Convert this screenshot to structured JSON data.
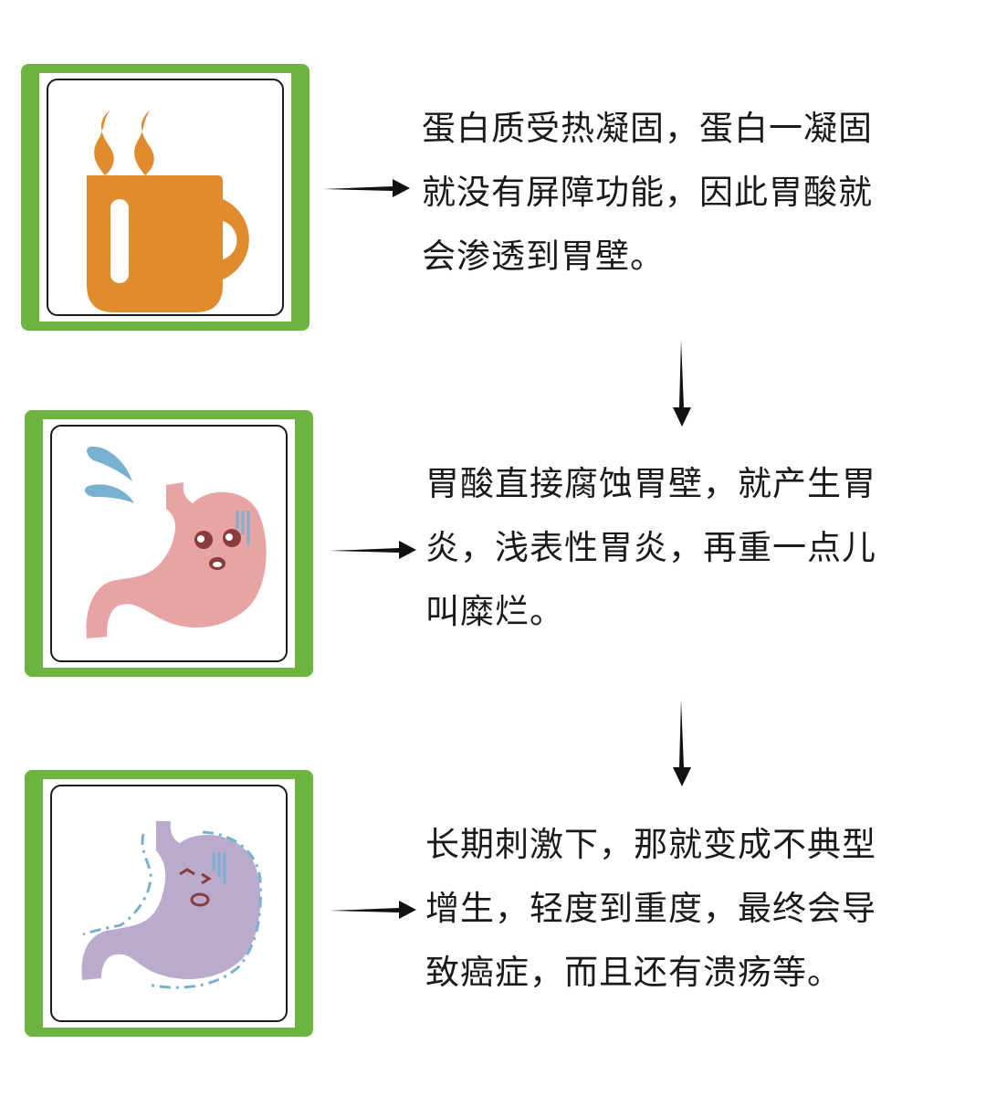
{
  "steps": [
    {
      "illustration": "hot-coffee-cup-icon",
      "lines": [
        "蛋白质受热凝固，蛋白一凝固",
        "就没有屏障功能，因此胃酸就",
        "会渗透到胃壁。"
      ]
    },
    {
      "illustration": "worried-pink-stomach-icon",
      "lines": [
        "胃酸直接腐蚀胃壁，就产生胃",
        "炎，浅表性胃炎，再重一点儿",
        "叫糜烂。"
      ]
    },
    {
      "illustration": "crying-purple-stomach-icon",
      "lines": [
        "长期刺激下，那就变成不典型",
        "增生，轻度到重度，最终会导",
        "致癌症，而且还有溃疡等。"
      ]
    }
  ],
  "colors": {
    "frame_green": "#6db33f",
    "coffee_orange": "#e08c2e",
    "stomach_pink": "#e8a3a5",
    "stomach_purple": "#baabcc",
    "sweat_blue": "#78b1cf",
    "face_brown": "#8a3b3b"
  }
}
